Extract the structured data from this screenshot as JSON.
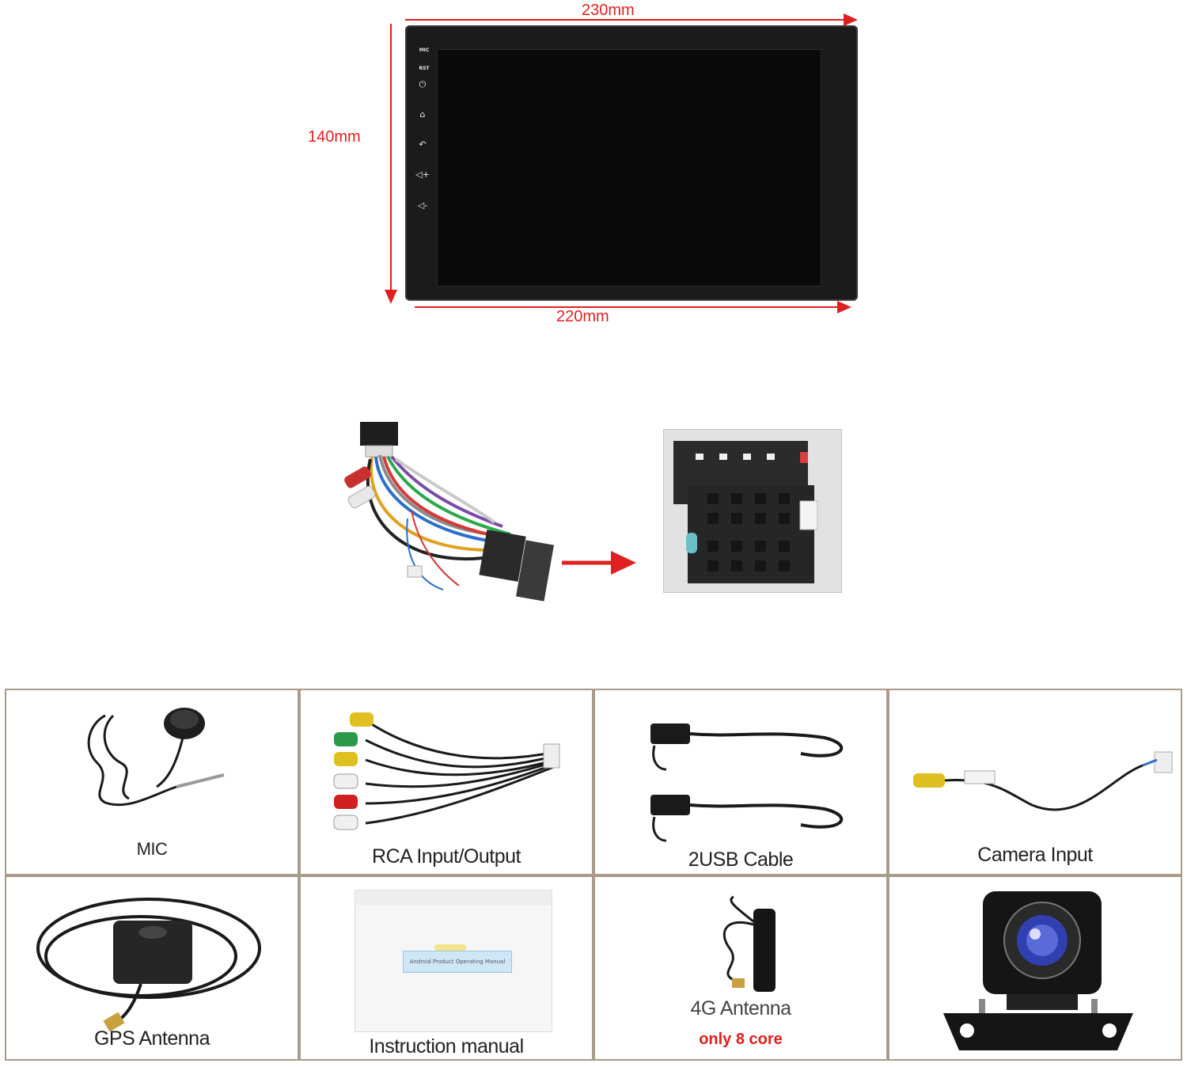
{
  "dimensions": {
    "top_width": "230mm",
    "bottom_width": "220mm",
    "height": "140mm",
    "color": "#e02020"
  },
  "head_unit": {
    "side_buttons": [
      {
        "label": "MIC",
        "icon": "mic-label"
      },
      {
        "label": "RST",
        "icon": "reset-label"
      },
      {
        "label": "⏻",
        "icon": "power-icon"
      },
      {
        "label": "⌂",
        "icon": "home-icon"
      },
      {
        "label": "↶",
        "icon": "back-icon"
      },
      {
        "label": "◁+",
        "icon": "volume-up-icon"
      },
      {
        "label": "◁-",
        "icon": "volume-down-icon"
      }
    ]
  },
  "harness": {
    "arrow_color": "#e02020"
  },
  "accessories": [
    {
      "label": "MIC",
      "icon": "microphone-icon"
    },
    {
      "label": "RCA Input/Output",
      "icon": "rca-cable-icon"
    },
    {
      "label": "2USB  Cable",
      "icon": "usb-cable-icon"
    },
    {
      "label": "Camera  Input",
      "icon": "camera-cable-icon"
    },
    {
      "label": "GPS  Antenna",
      "icon": "gps-antenna-icon"
    },
    {
      "label": "Instruction manual",
      "icon": "manual-icon"
    },
    {
      "label": "4G Antenna",
      "note": "only 8 core",
      "icon": "4g-antenna-icon"
    },
    {
      "label": "",
      "icon": "rear-camera-icon"
    }
  ],
  "manual": {
    "cover_title": "Android Product Operating Manual"
  }
}
